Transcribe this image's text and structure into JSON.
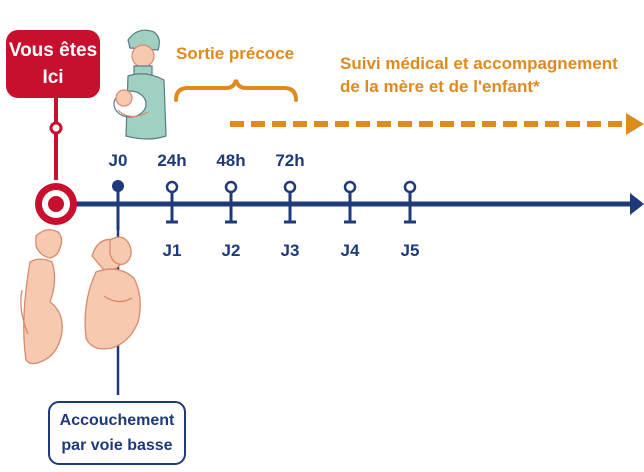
{
  "you_are_here": {
    "line1": "Vous êtes",
    "line2": "Ici"
  },
  "early_discharge": "Sortie précoce",
  "follow_up": {
    "line1": "Suivi médical et accompagnement",
    "line2": "de la mère et de l'enfant*"
  },
  "top_ticks": [
    "J0",
    "24h",
    "48h",
    "72h"
  ],
  "bottom_ticks": [
    "J1",
    "J2",
    "J3",
    "J4",
    "J5"
  ],
  "delivery": {
    "line1": "Accouchement",
    "line2": "par voie basse"
  },
  "colors": {
    "red": "#c8102e",
    "navy": "#1f3a7a",
    "orange": "#e08a1e",
    "skin": "#f6c9b0",
    "skin_stroke": "#d98a6a",
    "scrubs": "#9fd0c2"
  },
  "icons": [
    "nurse-holding-baby-illustration",
    "pregnant-woman-illustration",
    "mother-with-baby-illustration"
  ]
}
